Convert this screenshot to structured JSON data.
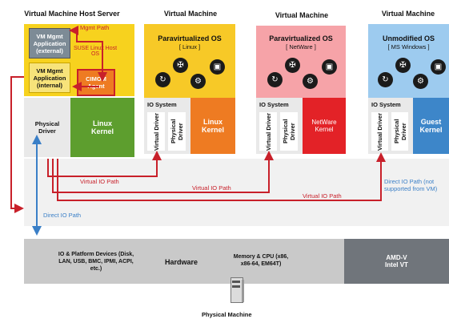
{
  "headers": {
    "host": "Virtual Machine Host Server",
    "vm1": "Virtual Machine",
    "vm2": "Virtual Machine",
    "vm3": "Virtual Machine"
  },
  "host": {
    "vm_mgmt_external": "VM Mgmt Application (external)",
    "vm_mgmt_internal": "VM Mgmt Application (internal)",
    "mgmt_path": "Mgmt Path",
    "host_os": "SUSE Linux Host OS",
    "cimom": "CIMOM Agent",
    "physical_driver": "Physical Driver",
    "kernel": "Linux Kernel"
  },
  "vms": [
    {
      "os": "Paravirtualized OS",
      "os_sub": "[ Linux ]",
      "io": "IO System",
      "virtual_driver": "Virtual Driver",
      "physical_driver": "Physical Driver",
      "kernel": "Linux Kernel",
      "color_top": "#f7c927",
      "color_kernel": "#ee7b22"
    },
    {
      "os": "Paravirtualized OS",
      "os_sub": "[ NetWare ]",
      "io": "IO System",
      "virtual_driver": "Virtual Driver",
      "physical_driver": "Physical Driver",
      "kernel": "NetWare Kernel",
      "color_top": "#f6a3a8",
      "color_kernel": "#e32227"
    },
    {
      "os": "Unmodified OS",
      "os_sub": "[ MS Windows ]",
      "io": "IO System",
      "virtual_driver": "Virtual Driver",
      "physical_driver": "Physical Driver",
      "kernel": "Guest Kernel",
      "color_top": "#9dcbef",
      "color_kernel": "#3d86c9"
    }
  ],
  "paths": {
    "virtual_io_1": "Virtual IO Path",
    "virtual_io_2": "Virtual IO Path",
    "virtual_io_3": "Virtual IO Path",
    "direct_io": "Direct IO Path",
    "direct_io_note": "Direct IO Path (not supported from VM)"
  },
  "hardware": {
    "devices": "IO & Platform Devices (Disk, LAN, USB, BMC, IPMI, ACPI, etc.)",
    "label": "Hardware",
    "memory": "Memory & CPU (x86, x86-64, EM64T)",
    "amd": "AMD-V Intel VT"
  },
  "footer": "Physical Machine",
  "icons": [
    "refresh-icon",
    "utensils-icon",
    "package-icon",
    "gear-icon"
  ]
}
